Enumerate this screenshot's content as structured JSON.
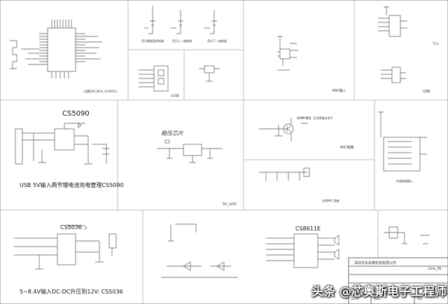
{
  "panels": {
    "mcu": {
      "caption": "内置DSP_MCU_AC6951C"
    },
    "keys": {
      "captions": [
        "音乐播放暂停按键",
        "音乐上一曲按键",
        "音乐下一曲按键"
      ]
    },
    "led": {
      "caption": "LED屏"
    },
    "mic_in": {
      "caption": "MIC输入"
    },
    "tf": {
      "caption": "TF卡"
    },
    "usb": {
      "caption": "USB"
    },
    "charger": {
      "chip": "CS5090",
      "caption": "USB 5V输入两节锂电池充电管理CS5090"
    },
    "ldo": {
      "handwritten": "稳压芯片",
      "caption": "5V_LDO"
    },
    "mic_preamp": {
      "note": "驻MIC 放音, 无话筒输出电平",
      "caption": "MIC电路"
    },
    "mic_seat": {
      "caption": "无线MIC 插座"
    },
    "key_array": {
      "caption": "外接按键输入"
    },
    "boost": {
      "chip": "CS5036",
      "caption": "5~8.4V输入DC-DC升压到12V: CS5036"
    },
    "amp": {
      "chip": "CS8611E"
    },
    "line_in": {
      "caption": "Line_IN"
    }
  },
  "title_block": {
    "company": "深圳市永阜康科技有限公司",
    "fields": [
      "DATE",
      "SIZE",
      "REV"
    ]
  },
  "watermark": "头条 @芯奥斯电子工程师"
}
